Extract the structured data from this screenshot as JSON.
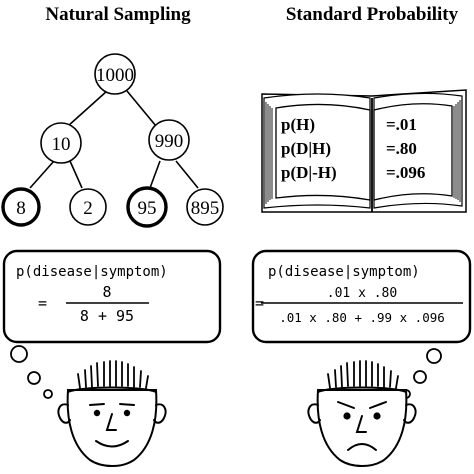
{
  "headers": {
    "left": "Natural Sampling",
    "right": "Standard Probability"
  },
  "tree": {
    "root": "1000",
    "level1": [
      "10",
      "990"
    ],
    "leaves": [
      "8",
      "2",
      "95",
      "895"
    ]
  },
  "book": {
    "rows": [
      {
        "label": "p(H)",
        "value": "=.01"
      },
      {
        "label": "p(D|H)",
        "value": "=.80"
      },
      {
        "label": "p(D|-H)",
        "value": "=.096"
      }
    ]
  },
  "left_formula": {
    "title": "p(disease|symptom)",
    "equals": "=",
    "numerator": "8",
    "denominator": "8 + 95"
  },
  "right_formula": {
    "title": "p(disease|symptom)",
    "equals": "=",
    "numerator": ".01 x .80",
    "denominator": ".01 x .80 + .99 x .096"
  }
}
